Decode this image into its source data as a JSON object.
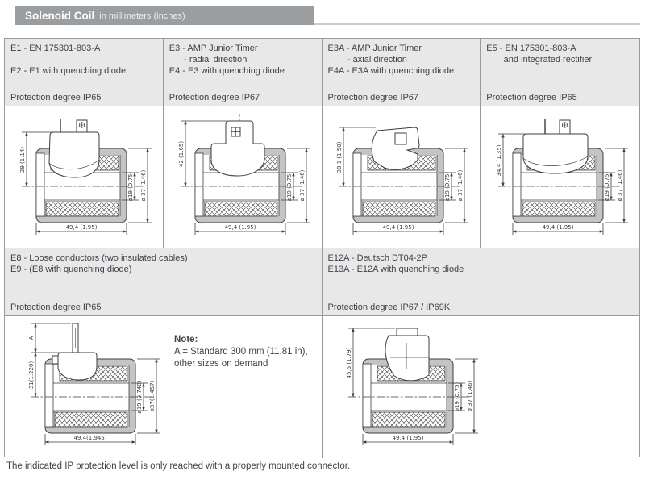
{
  "header": {
    "title": "Solenoid Coil",
    "subtitle": "in millimeters (inches)"
  },
  "colors": {
    "header_bg": "#9b9ea1",
    "band_bg": "#e8e8e8",
    "border": "#9a9a9a",
    "text": "#3c4347",
    "drawing_line": "#3c3c3c"
  },
  "cells": [
    {
      "id": "E1",
      "lines": [
        "E1 - EN 175301-803-A",
        "",
        "E2 - E1 with quenching diode"
      ],
      "protection": "Protection degree IP65",
      "dims": {
        "height": "29 (1.14)",
        "width": "49,4 (1.95)",
        "bore": "ø19 (0.75)",
        "outer": "ø 37 (1.46)"
      }
    },
    {
      "id": "E3",
      "lines": [
        "E3 - AMP Junior Timer",
        "      - radial direction",
        "E4 - E3 with quenching diode"
      ],
      "protection": "Protection degree IP67",
      "dims": {
        "height": "42 (1.65)",
        "width": "49,4 (1.95)",
        "bore": "ø19 (0.75)",
        "outer": "ø 37 (1.46)"
      }
    },
    {
      "id": "E3A",
      "lines": [
        "E3A - AMP Junior Timer",
        "        - axial direction",
        "E4A - E3A with quenching diode"
      ],
      "protection": "Protection degree IP67",
      "dims": {
        "height": "38,1 (1.50)",
        "width": "49,4 (1.95)",
        "bore": "ø19 (0.75)",
        "outer": "ø 37 (1.46)"
      }
    },
    {
      "id": "E5",
      "lines": [
        "E5 - EN 175301-803-A",
        "       and integrated rectifier"
      ],
      "protection": "Protection degree IP65",
      "dims": {
        "height": "34,4 (1.35)",
        "width": "49,4 (1.95)",
        "bore": "ø19 (0.75)",
        "outer": "ø 37 (1.46)"
      }
    },
    {
      "id": "E8",
      "lines": [
        "E8 - Loose conductors (two insulated cables)",
        "E9 - (E8 with quenching diode)"
      ],
      "protection": "Protection degree IP65",
      "dims": {
        "cable": "A",
        "height": "31(1.220)",
        "width": "49,4(1.945)",
        "bore": "ø19 (0.748)",
        "outer": "ø37(1.457)"
      },
      "note": {
        "title": "Note:",
        "line1": "A = Standard 300 mm (11.81 in),",
        "line2": "other sizes on demand"
      }
    },
    {
      "id": "E12A",
      "lines": [
        "E12A - Deutsch DT04-2P",
        "E13A - E12A with quenching diode"
      ],
      "protection": "Protection degree IP67 / IP69K",
      "dims": {
        "height": "45,5 (1.79)",
        "width": "49,4 (1.95)",
        "bore": "ø19 (0.75)",
        "outer": "ø 37 (1.46)"
      }
    }
  ],
  "footer": {
    "note": "The indicated IP protection level is only reached with a properly mounted connector."
  }
}
